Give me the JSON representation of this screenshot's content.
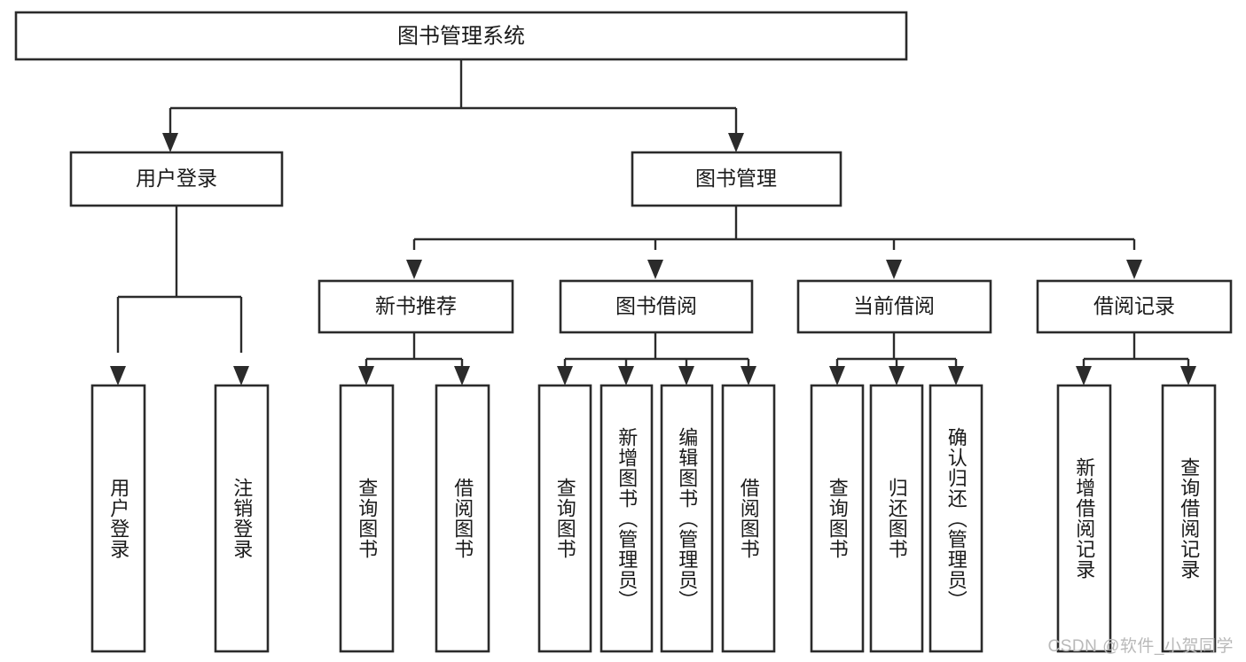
{
  "diagram": {
    "title": "图书管理系统",
    "type": "tree-hierarchy",
    "watermark": "CSDN @软件_小贺同学",
    "colors": {
      "box_stroke": "#2b2b2b",
      "box_fill": "#ffffff",
      "connector": "#2b2b2b",
      "text": "#1a1a1a",
      "watermark": "#b9b9b9",
      "background": "#ffffff"
    },
    "levels": {
      "root": {
        "label": "图书管理系统"
      },
      "level2": [
        {
          "label": "用户登录"
        },
        {
          "label": "图书管理"
        }
      ],
      "level3": [
        {
          "label": "新书推荐"
        },
        {
          "label": "图书借阅"
        },
        {
          "label": "当前借阅"
        },
        {
          "label": "借阅记录"
        }
      ],
      "leaves": {
        "user_login": [
          {
            "label": "用户登录"
          },
          {
            "label": "注销登录"
          }
        ],
        "new_book_recommend": [
          {
            "label": "查询图书"
          },
          {
            "label": "借阅图书"
          }
        ],
        "book_borrow": [
          {
            "label": "查询图书"
          },
          {
            "label": "新增图书（管理员）"
          },
          {
            "label": "编辑图书（管理员）"
          },
          {
            "label": "借阅图书"
          }
        ],
        "current_borrow": [
          {
            "label": "查询图书"
          },
          {
            "label": "归还图书"
          },
          {
            "label": "确认归还（管理员）"
          }
        ],
        "borrow_record": [
          {
            "label": "新增借阅记录"
          },
          {
            "label": "查询借阅记录"
          }
        ]
      }
    }
  }
}
